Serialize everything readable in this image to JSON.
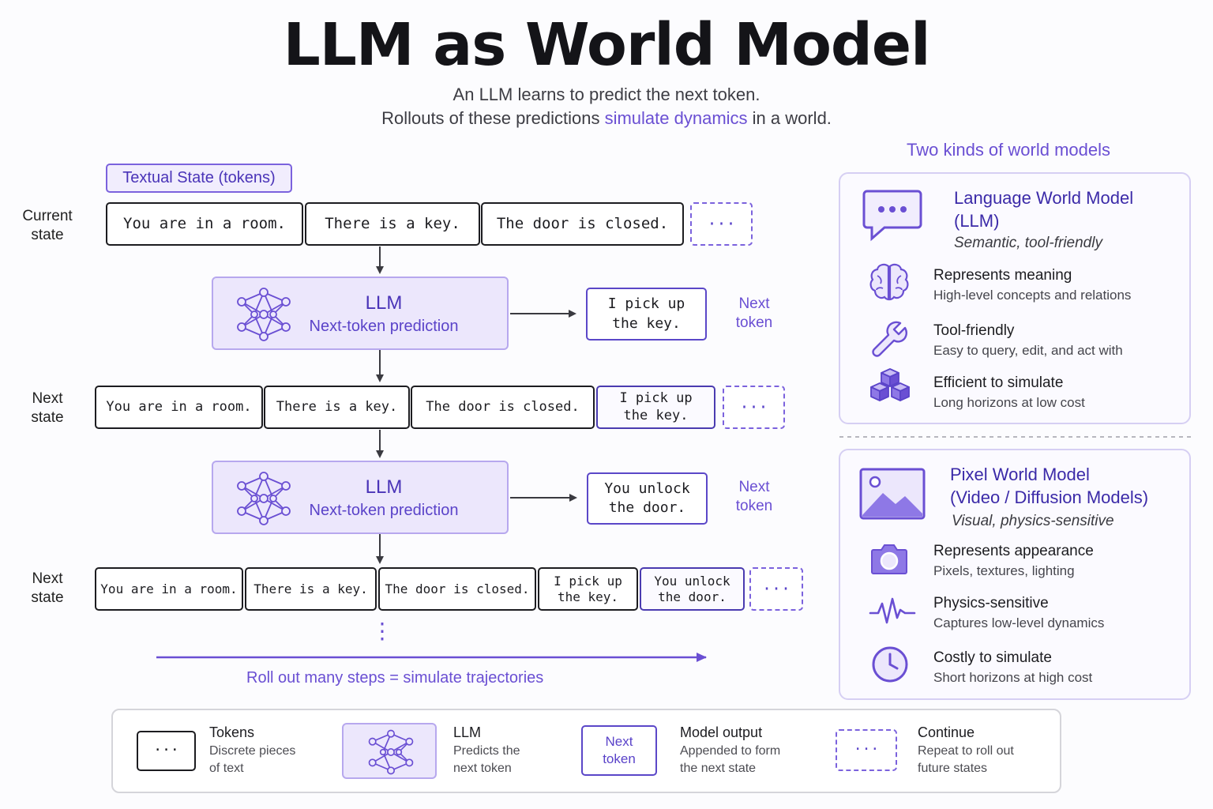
{
  "title": "LLM as World Model",
  "subtitle": {
    "line1": "An LLM learns to predict the next token.",
    "line2_before": "Rollouts of these predictions ",
    "line2_highlight": "simulate dynamics",
    "line2_after": " in a world."
  },
  "textual_state_label": "Textual State (tokens)",
  "row_labels": {
    "current": "Current\nstate",
    "next1": "Next\nstate",
    "next2": "Next\nstate"
  },
  "rows": {
    "current": [
      "You are in a room.",
      "There is a key.",
      "The door is closed."
    ],
    "next1": [
      "You are in a room.",
      "There is a key.",
      "The door is closed.",
      "I pick up\nthe key."
    ],
    "next2": [
      "You are in a room.",
      "There is a key.",
      "The door is closed.",
      "I pick up\nthe key.",
      "You unlock\nthe door."
    ]
  },
  "ellipsis": "···",
  "llm_block": {
    "name": "LLM",
    "desc": "Next-token prediction"
  },
  "outputs": [
    "I pick up\nthe key.",
    "You unlock\nthe door."
  ],
  "next_token_label": "Next\ntoken",
  "vertical_dots": "⋮",
  "rollout_label": "Roll out many steps = simulate trajectories",
  "kinds_title": "Two kinds of world models",
  "language_model": {
    "title": "Language World Model\n(LLM)",
    "subtitle": "Semantic, tool-friendly",
    "features": [
      {
        "icon": "brain-icon",
        "title": "Represents meaning",
        "desc": "High-level concepts and relations"
      },
      {
        "icon": "wrench-icon",
        "title": "Tool-friendly",
        "desc": "Easy to query, edit, and act with"
      },
      {
        "icon": "cubes-icon",
        "title": "Efficient to simulate",
        "desc": "Long horizons at low cost"
      }
    ]
  },
  "pixel_model": {
    "title": "Pixel World Model\n(Video / Diffusion Models)",
    "subtitle": "Visual, physics-sensitive",
    "features": [
      {
        "icon": "camera-icon",
        "title": "Represents appearance",
        "desc": "Pixels, textures, lighting"
      },
      {
        "icon": "pulse-icon",
        "title": "Physics-sensitive",
        "desc": "Captures low-level dynamics"
      },
      {
        "icon": "clock-icon",
        "title": "Costly to simulate",
        "desc": "Short horizons at high cost"
      }
    ]
  },
  "legend": [
    {
      "title": "Tokens",
      "desc": "Discrete pieces\nof text"
    },
    {
      "title": "LLM",
      "desc": "Predicts the\nnext token"
    },
    {
      "title": "Model output",
      "desc": "Appended to form\nthe next state",
      "swatch": "Next\ntoken"
    },
    {
      "title": "Continue",
      "desc": "Repeat to roll out\nfuture states"
    }
  ],
  "colors": {
    "accent": "#6a4fd3",
    "llm_fill": "#ece7fc",
    "dark": "#1c1c20"
  }
}
